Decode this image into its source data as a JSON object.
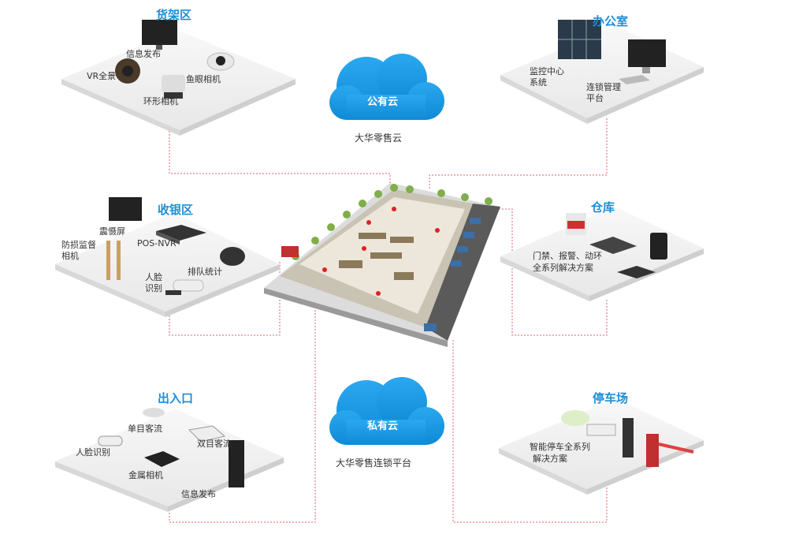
{
  "zones": {
    "shelf": {
      "title": "货架区",
      "items": [
        "信息发布",
        "VR全景",
        "鱼眼相机",
        "环形相机"
      ]
    },
    "office": {
      "title": "办公室",
      "items": [
        "监控中心",
        "系统",
        "连锁管理",
        "平台"
      ]
    },
    "checkout": {
      "title": "收银区",
      "items": [
        "震慑屏",
        "POS-NVR",
        "防损监督",
        "相机",
        "排队统计",
        "人脸",
        "识别"
      ]
    },
    "warehouse": {
      "title": "仓库",
      "items": [
        "门禁、报警、动环",
        "全系列解决方案"
      ]
    },
    "entrance": {
      "title": "出入口",
      "items": [
        "单目客流",
        "双目客流",
        "人脸识别",
        "金属相机",
        "信息发布"
      ]
    },
    "parking": {
      "title": "停车场",
      "items": [
        "智能停车全系列",
        "解决方案"
      ]
    }
  },
  "clouds": {
    "public": {
      "title": "公有云",
      "subtitle": "大华零售云"
    },
    "private": {
      "title": "私有云",
      "subtitle": "大华零售连锁平台"
    }
  },
  "colors": {
    "accent": "#1a8fd8",
    "cloud": "#1a9be6",
    "connector": "#e06070",
    "platform": "#f0f0f0"
  }
}
